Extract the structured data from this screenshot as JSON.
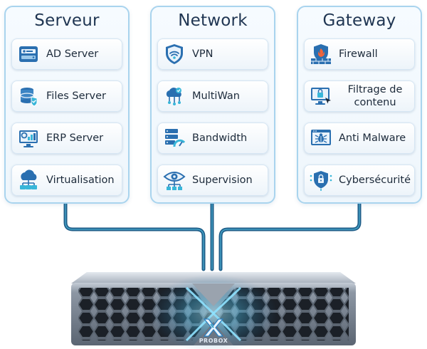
{
  "columns": [
    {
      "title": "Serveur",
      "items": [
        {
          "label": "AD Server",
          "icon": "ad-server-icon"
        },
        {
          "label": "Files Server",
          "icon": "files-server-icon"
        },
        {
          "label": "ERP Server",
          "icon": "erp-server-icon"
        },
        {
          "label": "Virtualisation",
          "icon": "virtualisation-icon"
        }
      ]
    },
    {
      "title": "Network",
      "items": [
        {
          "label": "VPN",
          "icon": "vpn-shield-icon"
        },
        {
          "label": "MultiWan",
          "icon": "multiwan-cloud-icon"
        },
        {
          "label": "Bandwidth",
          "icon": "bandwidth-gauge-icon"
        },
        {
          "label": "Supervision",
          "icon": "supervision-eye-icon"
        }
      ]
    },
    {
      "title": "Gateway",
      "items": [
        {
          "label": "Firewall",
          "icon": "firewall-icon"
        },
        {
          "label": "Filtrage de contenu",
          "icon": "content-filter-icon"
        },
        {
          "label": "Anti Malware",
          "icon": "anti-malware-icon"
        },
        {
          "label": "Cybersécurité",
          "icon": "cybersecurity-icon"
        }
      ]
    }
  ],
  "device": {
    "brand": "PROBOX",
    "logo": "X"
  },
  "colors": {
    "wire": "#1f5d88",
    "wire_light": "#3ba3c6",
    "title": "#1f3552",
    "accent": "#2a7fc0",
    "panel_border": "#a9d4ee"
  }
}
